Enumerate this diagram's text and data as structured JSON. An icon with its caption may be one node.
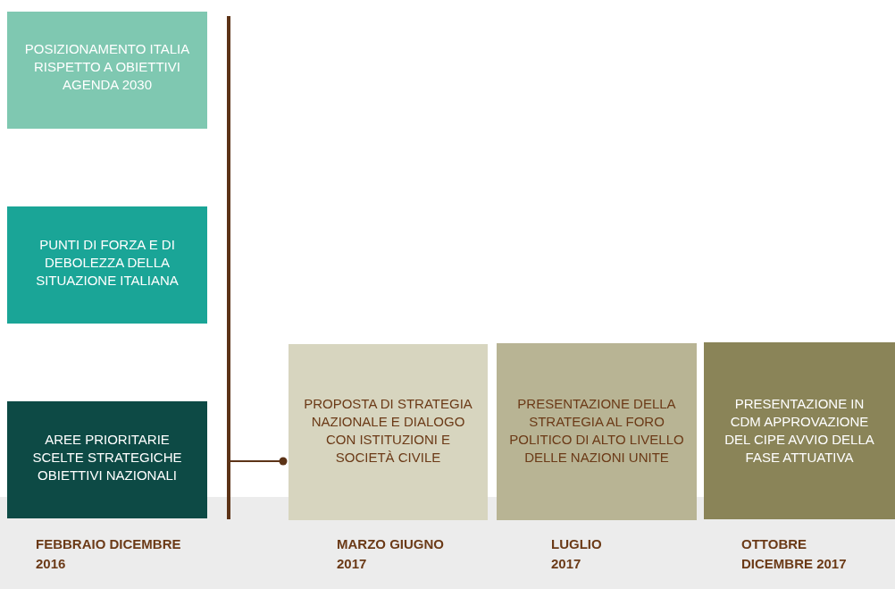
{
  "diagram": {
    "nodes": [
      {
        "text": [
          "POSIZIONAMENTO ITALIA RISPETTO A OBIETTIVI AGENDA 2030"
        ]
      },
      {
        "text": [
          "PUNTI DI FORZA E DI DEBOLEZZA DELLA SITUAZIONE ITALIANA"
        ]
      },
      {
        "text": [
          "AREE PRIORITARIE SCELTE STRATEGICHE OBIETTIVI NAZIONALI"
        ]
      },
      {
        "text": [
          "PROPOSTA DI STRATEGIA NAZIONALE E DIALOGO CON ISTITUZIONI E SOCIETÀ CIVILE"
        ]
      },
      {
        "text": [
          "PRESENTAZIONE DELLA STRATEGIA AL FORO POLITICO DI ALTO LIVELLO DELLE NAZIONI UNITE"
        ]
      },
      {
        "text": [
          "PRESENTAZIONE IN CDM APPROVAZIONE DEL CIPE AVVIO DELLA FASE ATTUATIVA"
        ]
      }
    ],
    "edges": [
      {
        "from": null,
        "to": 3,
        "arrow": "other"
      }
    ],
    "labels": [
      "FEBBRAIO DICEMBRE 2016",
      "MARZO GIUGNO 2017",
      "LUGLIO 2017",
      "OTTOBRE DICEMBRE 2017"
    ]
  }
}
